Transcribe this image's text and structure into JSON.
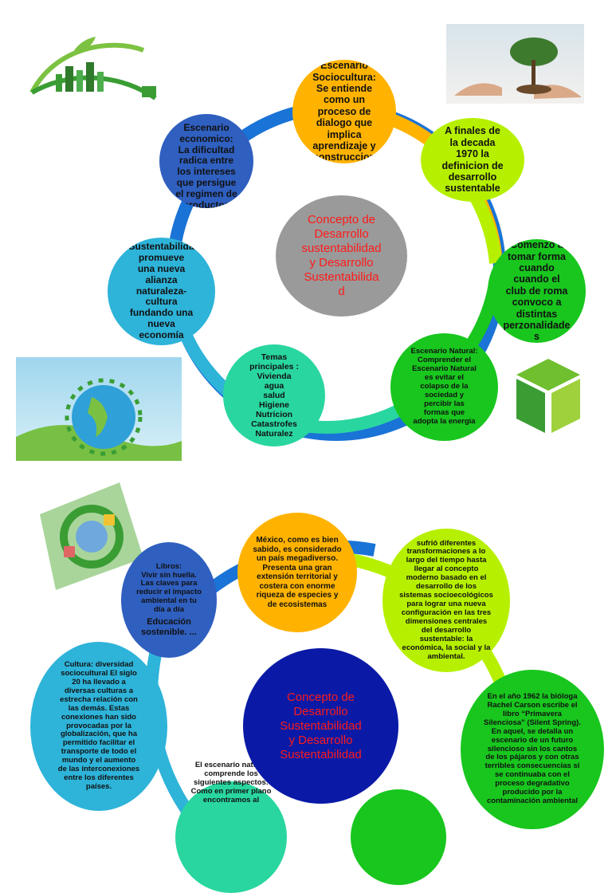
{
  "diagram1": {
    "center": "Concepto de\nDesarrollo\nsustentabilidad\ny Desarrollo\nSustentabilida\nd",
    "nodes": {
      "sociocultural": "Escenario\nSociocultura:\nSe entiende\ncomo un\nproceso de\ndialogo que\nimplica\naprendizaje y\nconstruccion",
      "decada1970": "A finales  de\nla decada\n1970 la\ndefinicion de\ndesarrollo\nsustentable",
      "club_roma": "Comenzo a\ntomar forma\ncuando\ncuando el\nclub de roma\nconvoco a\ndistintas\nperzonalidade\ns",
      "natural": "Escenario Natural:\nComprender el\nEscenario Natural\nes evitar el\ncolapso de la\nsociedad y\npercibir las\nformas que\nadopta la energia",
      "temas": "Temas\nprincipales :\nVivienda\nagua\nsalud\nHigiene\nNutricion\nCatastrofes\nNaturalez",
      "sustentabilida": "Sustentabilida\npromueve\nuna nueva\nalianza\nnaturaleza-\ncultura\nfundando una\nnueva\neconomía",
      "economico": "Escenario\neconomico:\nLa dificultad\nradica entre\nlos intereses\nque persigue\nel regimen de\nproductos\nactual"
    }
  },
  "diagram2": {
    "center": "Concepto de\nDesarrollo\nSustentabilidad\ny Desarrollo\nSustentabilidad",
    "nodes": {
      "mexico": "México, como es bien\nsabido, es considerado\nun país megadiverso.\nPresenta una gran\nextensión territorial y\ncostera con enorme\nriqueza de especies y\nde ecosistemas",
      "transformaciones": "sufrió diferentes\ntransformaciones a lo\nlargo del tiempo hasta\nllegar al concepto\nmoderno basado en el\ndesarrollo de los\nsistemas socioecológicos\npara lograr una nueva\nconfiguración en las tres\ndimensiones centrales\ndel desarrollo\nsustentable: la\neconómica, la social y la\nambiental.",
      "rachel": "En el año 1962 la bióloga\nRachel Carson escribe el\nlibro “Primavera\nSilenciosa” (Silent Spring).\nEn aquel, se detalla un\nescenario de un futuro\nsilencioso sin los cantos\nde los pájaros y con otras\nterribles consecuencias si\nse continuaba con el\nproceso degradativo\nproducido por la\ncontaminación ambiental",
      "libros_a": "Libros:\nVivir sin huella.\nLas claves para\nreducir el impacto\nambiental en tu\ndía a día",
      "libros_b": "Educación\nsostenible. ...",
      "cultura": "Cultura: diversidad\nsociocultural El siglo\n20 ha llevado a\ndiversas culturas a\nestrecha relación con\nlas demás. Estas\nconexiones han sido\nprovocadas por la\nglobalización, que ha\npermitido facilitar el\ntransporte de todo el\nmundo y el aumento\nde las interconexiones\nentre los diferentes\npaíses.",
      "escenario_natural": "El escenario natural\ncomprende los\nsiguientes aspectos:\nComo en primer plano\nencontramos al"
    }
  },
  "colors": {
    "ring": "#1a73d6",
    "orange": "#ffb300",
    "lime": "#b6f000",
    "green": "#18c61e",
    "teal": "#29d6a0",
    "cyan": "#2eb3d9",
    "navy": "#2f5fbf",
    "gray": "#9a9a9a",
    "center2": "#0a1aa6",
    "title_red": "#ff1a1a"
  }
}
